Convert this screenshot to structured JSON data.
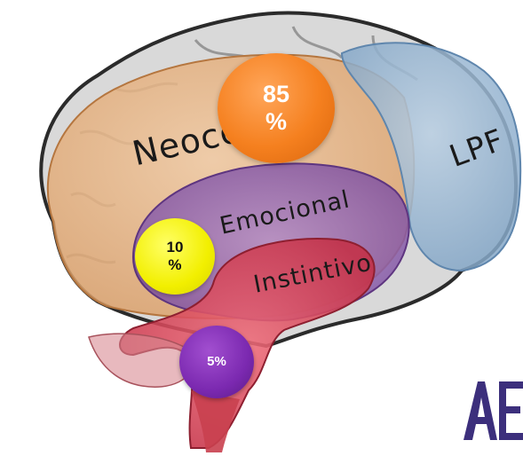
{
  "regions": {
    "neocortex": {
      "label": "Neocó",
      "percent": "85",
      "percent_sign": "%"
    },
    "lpf": {
      "label": "LPF"
    },
    "emotional": {
      "label": "Emocional",
      "percent": "10",
      "percent_sign": "%"
    },
    "instinctive": {
      "label": "Instintivo",
      "percent": "5%"
    }
  },
  "logo": {
    "letters": "AE"
  },
  "colors": {
    "neocortex": "#e8a463",
    "lpf": "#8fb1d1",
    "emotional": "#9a6bb5",
    "instinctive": "#d9485a",
    "orange_bubble": "#f5801f",
    "yellow_bubble": "#f2ef00",
    "purple_bubble": "#7b29b0",
    "logo": "#3c2f7c"
  }
}
